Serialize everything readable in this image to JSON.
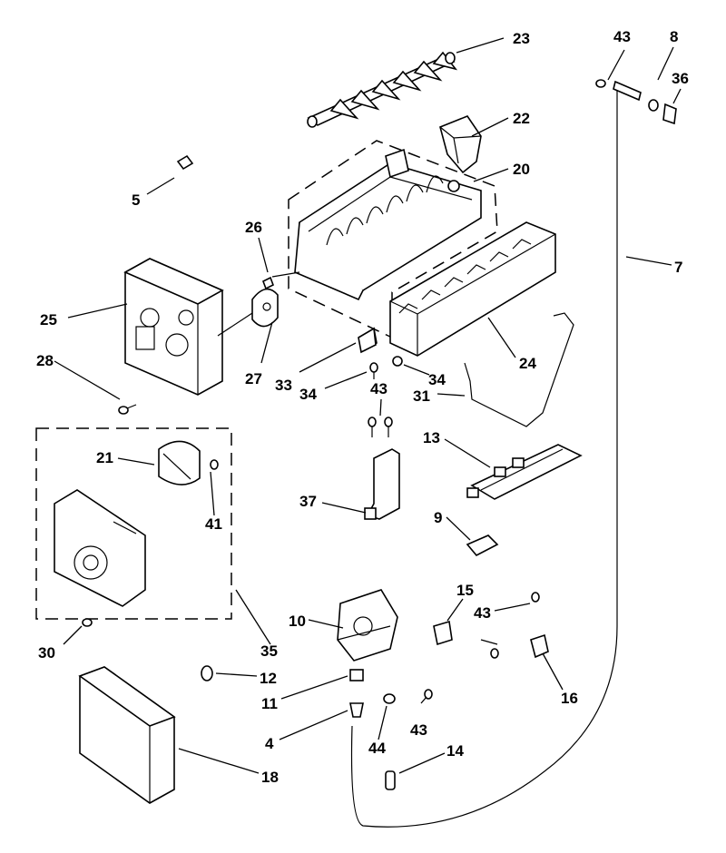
{
  "callouts": [
    {
      "id": "c23",
      "text": "23"
    },
    {
      "id": "c22",
      "text": "22"
    },
    {
      "id": "c20",
      "text": "20"
    },
    {
      "id": "c5",
      "text": "5"
    },
    {
      "id": "c26",
      "text": "26"
    },
    {
      "id": "c25",
      "text": "25"
    },
    {
      "id": "c27",
      "text": "27"
    },
    {
      "id": "c28",
      "text": "28"
    },
    {
      "id": "c33",
      "text": "33"
    },
    {
      "id": "c34a",
      "text": "34"
    },
    {
      "id": "c34b",
      "text": "34"
    },
    {
      "id": "c24",
      "text": "24"
    },
    {
      "id": "c43a",
      "text": "43"
    },
    {
      "id": "c8",
      "text": "8"
    },
    {
      "id": "c36",
      "text": "36"
    },
    {
      "id": "c7",
      "text": "7"
    },
    {
      "id": "c31",
      "text": "31"
    },
    {
      "id": "c43b",
      "text": "43"
    },
    {
      "id": "c13",
      "text": "13"
    },
    {
      "id": "c21",
      "text": "21"
    },
    {
      "id": "c41",
      "text": "41"
    },
    {
      "id": "c37",
      "text": "37"
    },
    {
      "id": "c9",
      "text": "9"
    },
    {
      "id": "c15",
      "text": "15"
    },
    {
      "id": "c43c",
      "text": "43"
    },
    {
      "id": "c10",
      "text": "10"
    },
    {
      "id": "c16",
      "text": "16"
    },
    {
      "id": "c30",
      "text": "30"
    },
    {
      "id": "c35",
      "text": "35"
    },
    {
      "id": "c12",
      "text": "12"
    },
    {
      "id": "c11",
      "text": "11"
    },
    {
      "id": "c43d",
      "text": "43"
    },
    {
      "id": "c4",
      "text": "4"
    },
    {
      "id": "c44",
      "text": "44"
    },
    {
      "id": "c14",
      "text": "14"
    },
    {
      "id": "c18",
      "text": "18"
    }
  ]
}
